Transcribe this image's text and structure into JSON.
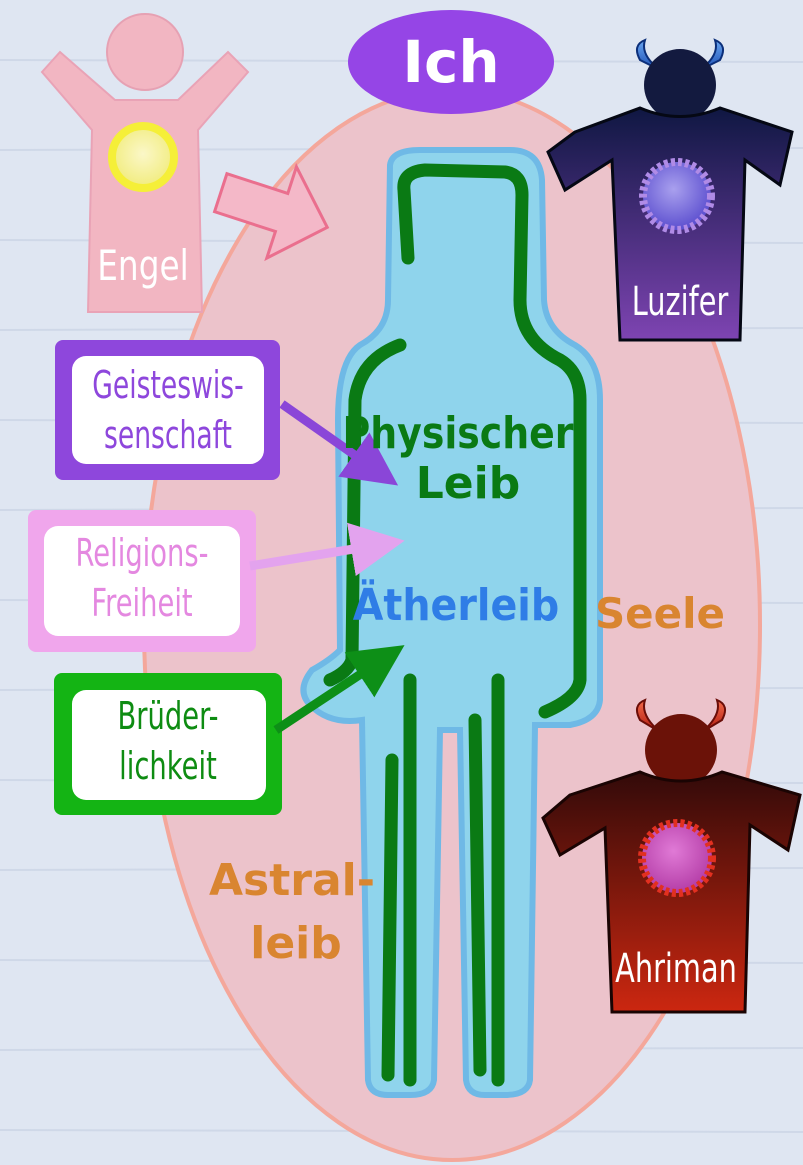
{
  "labels": {
    "ich": "Ich",
    "physischer_line1": "Physischer",
    "physischer_line2": "Leib",
    "aetherleib": "Ätherleib",
    "seele": "Seele",
    "astral_line1": "Astral-",
    "astral_line2": "leib",
    "engel": "Engel",
    "luzifer": "Luzifer",
    "ahriman": "Ahriman"
  },
  "boxes": {
    "geisteswissenschaft_line1": "Geisteswis-",
    "geisteswissenschaft_line2": "senschaft",
    "religionsfreiheit_line1": "Religions-",
    "religionsfreiheit_line2": "Freiheit",
    "bruederlichkeit_line1": "Brüder-",
    "bruederlichkeit_line2": "lichkeit"
  },
  "colors": {
    "background": "#dfe6f2",
    "seele_oval": "#ecc3cb",
    "seele_outline": "#f4a79b",
    "body_fill": "#8fd4ec",
    "body_green": "#0a7a14",
    "ich": "#9545e6",
    "engel": "#f2b6c2",
    "engel_sun": "#f5ef38",
    "luzifer_dark": "#131a4a",
    "luzifer_light": "#7a42b0",
    "ahriman_dark": "#3a0d0a",
    "ahriman_light": "#c82610",
    "geist_purple": "#8e47dc",
    "religion_pink": "#f0a6ec",
    "bruder_green": "#14b414",
    "label_orange": "#d98530",
    "label_blue": "#2f7de6"
  },
  "icons": [
    "horns-icon",
    "halo-icon"
  ]
}
